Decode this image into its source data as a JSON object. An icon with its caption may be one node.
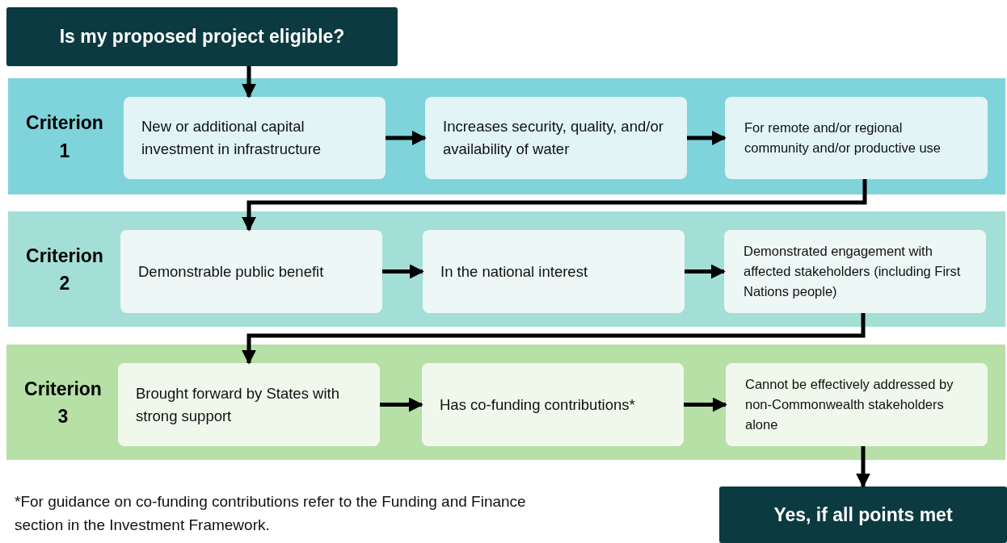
{
  "diagram": {
    "nodes": [
      {
        "text": [
          "Is my proposed project eligible?"
        ]
      },
      {
        "text": [
          "Criterion 1"
        ]
      },
      {
        "text": [
          "New or additional capital investment in infrastructure"
        ],
        "in": 1
      },
      {
        "text": [
          "Increases security, quality, and/or availability of water"
        ],
        "in": 1
      },
      {
        "text": [
          "For remote and/or regional community and/or productive use"
        ],
        "in": 1
      },
      {
        "text": [
          "Criterion 2"
        ]
      },
      {
        "text": [
          "Demonstrable public benefit"
        ],
        "in": 5
      },
      {
        "text": [
          "In the national interest"
        ],
        "in": 5
      },
      {
        "text": [
          "Demonstrated engagement with affected stakeholders (including First Nations people)"
        ],
        "in": 5
      },
      {
        "text": [
          "Criterion 3"
        ]
      },
      {
        "text": [
          "Brought forward by States with strong support"
        ],
        "in": 9
      },
      {
        "text": [
          "Has co-funding contributions*"
        ],
        "in": 9
      },
      {
        "text": [
          "Cannot be effectively addressed by non-Commonwealth stakeholders alone"
        ],
        "in": 9
      },
      {
        "text": [
          "Yes, if all points met"
        ]
      }
    ],
    "edges": [
      {
        "from": 0,
        "to": 2,
        "arrow": "to"
      },
      {
        "from": 2,
        "to": 3,
        "arrow": "to"
      },
      {
        "from": 3,
        "to": 4,
        "arrow": "to"
      },
      {
        "from": 4,
        "to": 6,
        "arrow": "to"
      },
      {
        "from": 6,
        "to": 7,
        "arrow": "to"
      },
      {
        "from": 7,
        "to": 8,
        "arrow": "to"
      },
      {
        "from": 8,
        "to": 10,
        "arrow": "to"
      },
      {
        "from": 10,
        "to": 11,
        "arrow": "to"
      },
      {
        "from": 11,
        "to": 12,
        "arrow": "to"
      },
      {
        "from": 12,
        "to": 13,
        "arrow": "to"
      }
    ],
    "labels": [
      "*For guidance on co-funding contributions refer to the Funding and Finance section in the Investment Framework."
    ]
  }
}
